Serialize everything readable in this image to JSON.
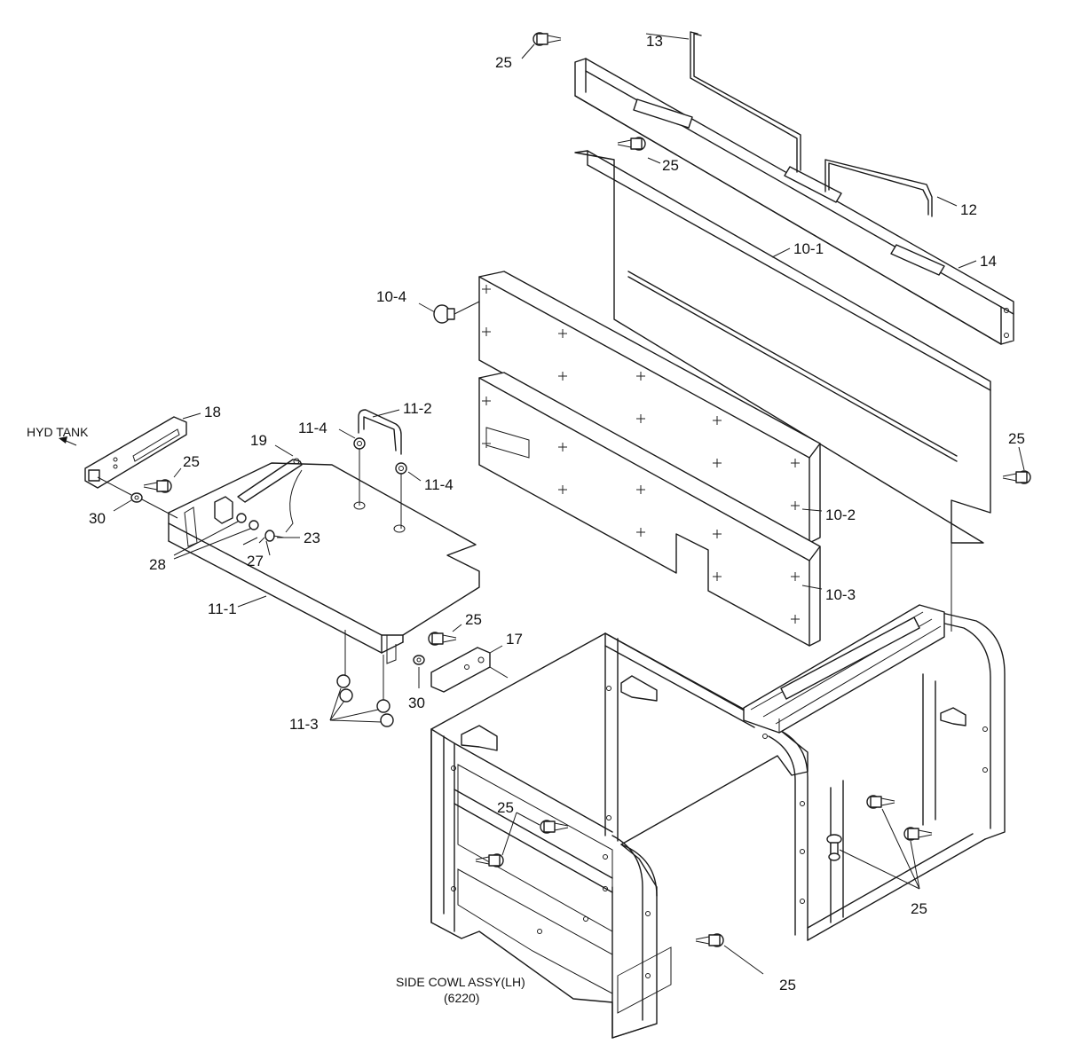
{
  "callouts": {
    "c25_top": "25",
    "c13": "13",
    "c25_b": "25",
    "c12": "12",
    "c10_1": "10-1",
    "c14": "14",
    "c10_4": "10-4",
    "c18": "18",
    "c11_2": "11-2",
    "c11_4a": "11-4",
    "c19": "19",
    "c25_c": "25",
    "c11_4b": "11-4",
    "c30a": "30",
    "c23": "23",
    "c28": "28",
    "c27": "27",
    "c25_d": "25",
    "c10_2": "10-2",
    "c11_1": "11-1",
    "c10_3": "10-3",
    "c25_e": "25",
    "c17": "17",
    "c30b": "30",
    "c11_3": "11-3",
    "c25_f": "25",
    "c25_g": "25",
    "c25_h": "25"
  },
  "notes": {
    "hyd_tank": "HYD TANK",
    "side_cowl_line1": "SIDE COWL ASSY(LH)",
    "side_cowl_line2": "(6220)"
  }
}
